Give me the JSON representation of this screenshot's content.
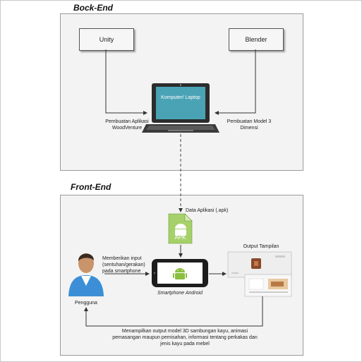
{
  "backend": {
    "title": "Bock-End",
    "unity_label": "Unity",
    "blender_label": "Blender",
    "computer_label": "Komputer/ Laptop",
    "left_caption": "Pembuatan Aplikasi WoodVenture",
    "right_caption": "Pembuatan Model 3 Dimensi"
  },
  "connector": {
    "apk_data_label": "Data Aplikasi (.apk)"
  },
  "frontend": {
    "title": "Front-End",
    "apk_label": "APK",
    "user_label": "Pengguna",
    "input_caption": "Memberikan input (sentuhan/gerakan) pada smartphone",
    "smartphone_label": "Smartphone Android",
    "output_title": "Output Tampilan",
    "bottom_caption": "Menampilkan output model 3D sambungan kayu, animasi pemasangan maupun pemisahan, informasi tentang perkakas dan jenis kayu pada mebel"
  },
  "colors": {
    "teal": "#4aa3b5",
    "android_green": "#8bbf3f",
    "apk_green": "#a6d06a",
    "user_blue": "#3c8fd6",
    "skin": "#c9946a"
  }
}
